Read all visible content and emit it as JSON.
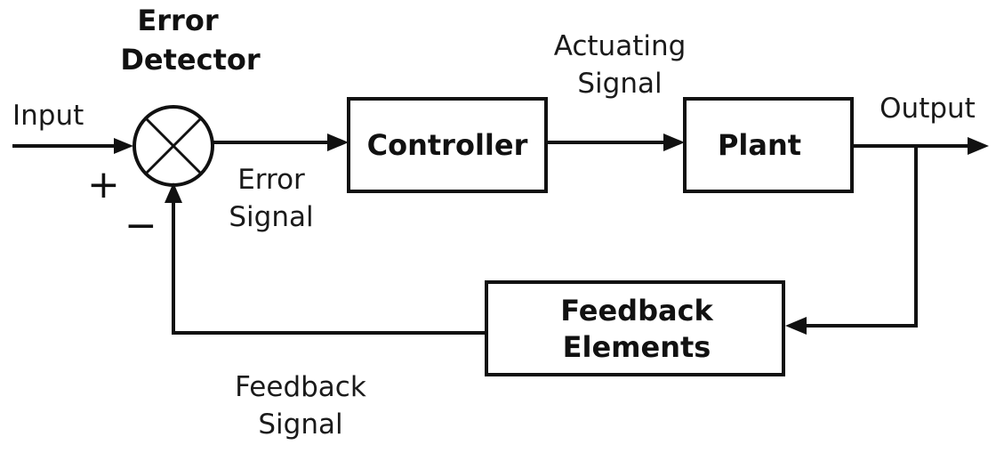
{
  "error_detector": {
    "title_line1": "Error",
    "title_line2": "Detector"
  },
  "input": {
    "label": "Input"
  },
  "output": {
    "label": "Output"
  },
  "signs": {
    "plus": "+",
    "minus": "−"
  },
  "controller": {
    "label": "Controller"
  },
  "plant": {
    "label": "Plant"
  },
  "feedback_elements": {
    "line1": "Feedback",
    "line2": "Elements"
  },
  "signals": {
    "error_line1": "Error",
    "error_line2": "Signal",
    "actuating_line1": "Actuating",
    "actuating_line2": "Signal",
    "feedback_line1": "Feedback",
    "feedback_line2": "Signal"
  },
  "colors": {
    "stroke": "#111111",
    "background": "#ffffff"
  }
}
